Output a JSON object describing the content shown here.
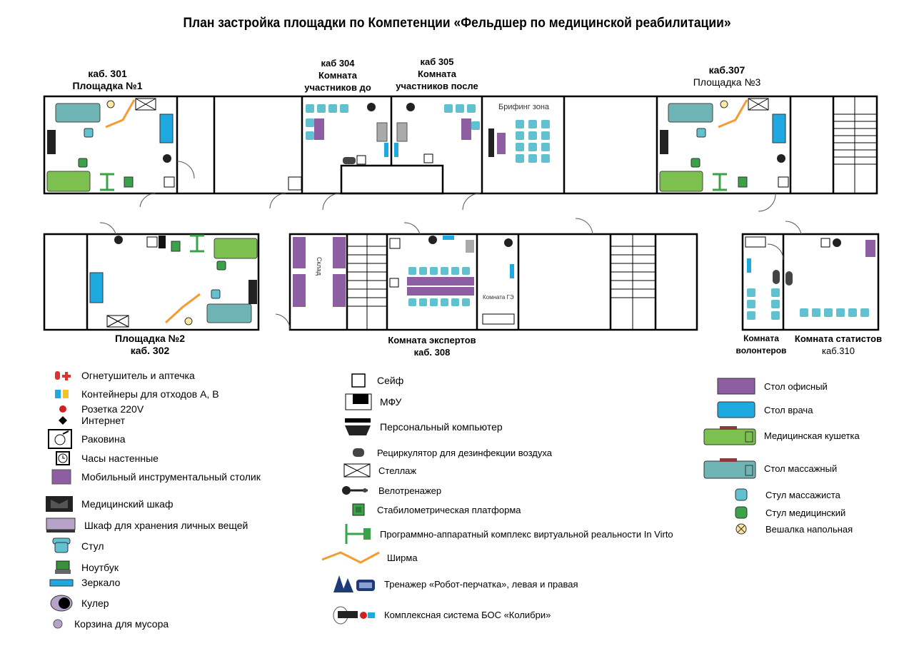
{
  "title": "План застройка площадки по Компетенции «Фельдшер по медицинской реабилитации»",
  "rooms": {
    "r301": {
      "line1": "каб. 301",
      "line2": "Площадка №1"
    },
    "r304": {
      "line1": "каб 304",
      "line2": "Комната",
      "line3": "участников до"
    },
    "r305": {
      "line1": "каб 305",
      "line2": "Комната",
      "line3": "участников после"
    },
    "r307": {
      "line1": "каб.307",
      "line2": "Площадка №3"
    },
    "briefing": "Брифинг зона",
    "r302": {
      "line1": "Площадка №2",
      "line2": "каб. 302"
    },
    "sklad": "Склад",
    "r308": {
      "line1": "Комната экспертов",
      "line2": "каб. 308"
    },
    "ge": "Комната ГЭ",
    "volunteers": {
      "line1": "Комната",
      "line2": "волонтеров"
    },
    "r310": {
      "line1": "Комната статистов",
      "line2": "каб.310"
    }
  },
  "legend_left": [
    "Огнетушитель и аптечка",
    "Контейнеры для отходов А, В",
    "Розетка 220V",
    "Интернет",
    "Раковина",
    "Часы настенные",
    "Мобильный инструментальный столик",
    "Медицинский шкаф",
    "Шкаф для хранения личных вещей",
    "Стул",
    "Ноутбук",
    "Зеркало",
    "Кулер",
    "Корзина для мусора"
  ],
  "legend_mid": [
    "Сейф",
    "МФУ",
    "Персональный компьютер",
    "Рециркулятор для дезинфекции воздуха",
    "Стеллаж",
    "Велотренажер",
    "Стабилометрическая платформа",
    "Программно-аппаратный комплекс виртуальной реальности In Virto",
    "Ширма",
    "Тренажер «Робот-перчатка», левая и правая",
    "Комплексная система БОС «Колибри»"
  ],
  "legend_right": [
    "Стол офисный",
    "Стол врача",
    "Медицинская кушетка",
    "Стол массажный",
    "Стул массажиста",
    "Стул медицинский",
    "Вешалка напольная"
  ],
  "colors": {
    "office_table": "#8e5ea2",
    "doctor_table": "#1fa9e1",
    "couch": "#7cc14f",
    "massage": "#6fb5b5",
    "chair": "#62c1d1",
    "green": "#3aa34a"
  }
}
